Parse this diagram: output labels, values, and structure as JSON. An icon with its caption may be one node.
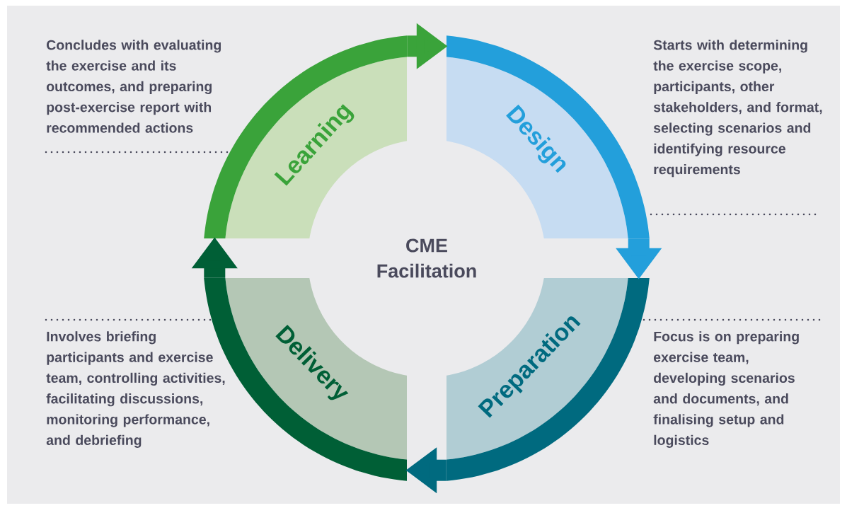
{
  "diagram": {
    "nodes": [
      {
        "text": [
          "Design"
        ]
      },
      {
        "text": [
          "Preparation"
        ]
      },
      {
        "text": [
          "Delivery"
        ]
      },
      {
        "text": [
          "Learning"
        ]
      }
    ],
    "edges": [
      {
        "from": 0,
        "to": 1,
        "arrow": "to",
        "color": "#239fdb"
      },
      {
        "from": 1,
        "to": 2,
        "arrow": "to",
        "color": "#006a7f"
      },
      {
        "from": 2,
        "to": 3,
        "arrow": "to",
        "color": "#005f36"
      },
      {
        "from": 3,
        "to": 0,
        "arrow": "to",
        "color": "#3aa33a"
      }
    ],
    "labels": [
      "Concludes with evaluating the exercise and its outcomes, and preparing post-exercise report with recommended actions",
      "Starts with determining the exercise scope, participants, other stakeholders, and format, selecting scenarios and identifying resource requirements",
      "CME Facilitation",
      "Involves briefing participants and exercise team, controlling activities, facilitating discussions, monitoring performance, and debriefing",
      "Focus is on preparing exercise team, developing scenarios and documents, and finalising setup and logistics"
    ]
  }
}
